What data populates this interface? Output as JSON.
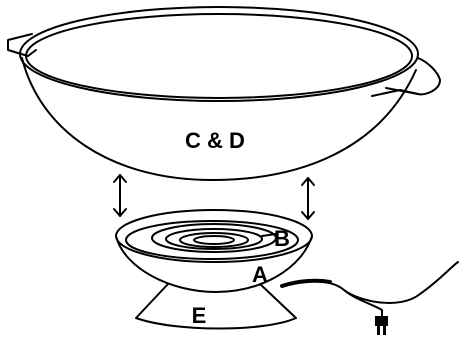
{
  "labels": {
    "wok": "C & D",
    "coil": "B",
    "body": "A",
    "stand": "E"
  },
  "colors": {
    "line": "#000000",
    "background": "#ffffff"
  },
  "icons": {
    "plug": "power-plug-icon",
    "arrows": "double-arrow-icon"
  }
}
